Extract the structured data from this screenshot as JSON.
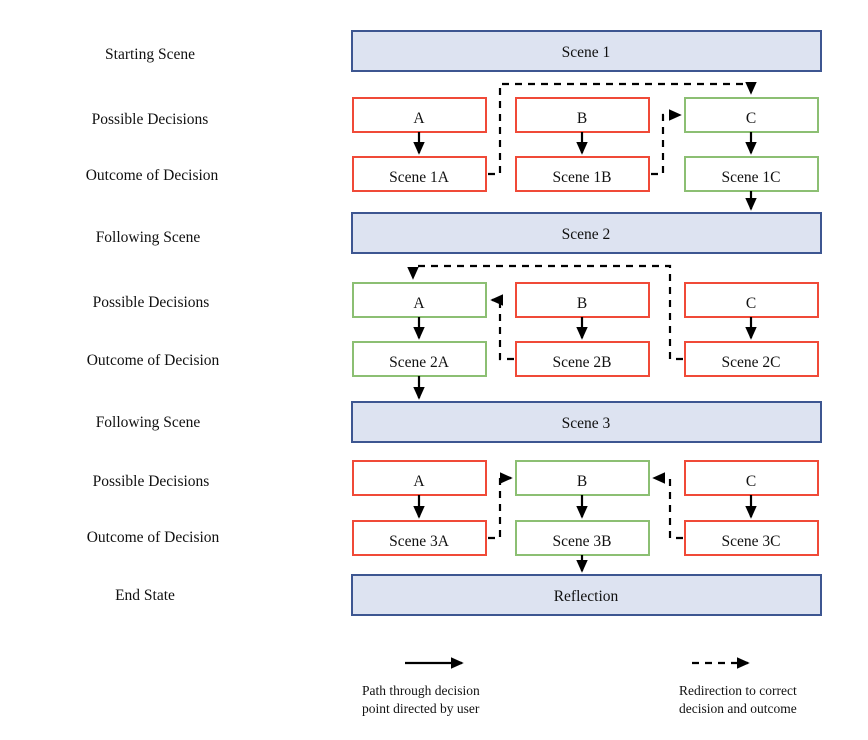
{
  "diagram": {
    "title": "Branching scene decision flowchart",
    "colors": {
      "scene_bar_fill": "#dde3f1",
      "scene_bar_border": "#3d5691",
      "incorrect_border": "#f04a38",
      "correct_border": "#8cbf73",
      "line": "#000000"
    },
    "row_labels": [
      {
        "id": "starting-scene",
        "text": "Starting Scene"
      },
      {
        "id": "possible-decisions-1",
        "text": "Possible Decisions"
      },
      {
        "id": "outcome-of-decision-1",
        "text": "Outcome of Decision"
      },
      {
        "id": "following-scene-1",
        "text": "Following Scene"
      },
      {
        "id": "possible-decisions-2",
        "text": "Possible Decisions"
      },
      {
        "id": "outcome-of-decision-2",
        "text": "Outcome of Decision"
      },
      {
        "id": "following-scene-2",
        "text": "Following Scene"
      },
      {
        "id": "possible-decisions-3",
        "text": "Possible Decisions"
      },
      {
        "id": "outcome-of-decision-3",
        "text": "Outcome of Decision"
      },
      {
        "id": "end-state",
        "text": "End State"
      }
    ],
    "scene_bars": [
      {
        "id": "scene-1",
        "text": "Scene 1"
      },
      {
        "id": "scene-2",
        "text": "Scene 2"
      },
      {
        "id": "scene-3",
        "text": "Scene 3"
      },
      {
        "id": "reflection",
        "text": "Reflection"
      }
    ],
    "stage_1": {
      "decisions": [
        {
          "id": "stage-1-decision-a",
          "text": "A",
          "state": "incorrect"
        },
        {
          "id": "stage-1-decision-b",
          "text": "B",
          "state": "incorrect"
        },
        {
          "id": "stage-1-decision-c",
          "text": "C",
          "state": "correct"
        }
      ],
      "outcomes": [
        {
          "id": "stage-1-outcome-a",
          "text": "Scene 1A",
          "state": "incorrect"
        },
        {
          "id": "stage-1-outcome-b",
          "text": "Scene 1B",
          "state": "incorrect"
        },
        {
          "id": "stage-1-outcome-c",
          "text": "Scene 1C",
          "state": "correct"
        }
      ]
    },
    "stage_2": {
      "decisions": [
        {
          "id": "stage-2-decision-a",
          "text": "A",
          "state": "correct"
        },
        {
          "id": "stage-2-decision-b",
          "text": "B",
          "state": "incorrect"
        },
        {
          "id": "stage-2-decision-c",
          "text": "C",
          "state": "incorrect"
        }
      ],
      "outcomes": [
        {
          "id": "stage-2-outcome-a",
          "text": "Scene 2A",
          "state": "correct"
        },
        {
          "id": "stage-2-outcome-b",
          "text": "Scene 2B",
          "state": "incorrect"
        },
        {
          "id": "stage-2-outcome-c",
          "text": "Scene 2C",
          "state": "incorrect"
        }
      ]
    },
    "stage_3": {
      "decisions": [
        {
          "id": "stage-3-decision-a",
          "text": "A",
          "state": "incorrect"
        },
        {
          "id": "stage-3-decision-b",
          "text": "B",
          "state": "correct"
        },
        {
          "id": "stage-3-decision-c",
          "text": "C",
          "state": "incorrect"
        }
      ],
      "outcomes": [
        {
          "id": "stage-3-outcome-a",
          "text": "Scene 3A",
          "state": "incorrect"
        },
        {
          "id": "stage-3-outcome-b",
          "text": "Scene 3B",
          "state": "correct"
        },
        {
          "id": "stage-3-outcome-c",
          "text": "Scene 3C",
          "state": "incorrect"
        }
      ]
    },
    "legend": {
      "solid": {
        "line_1": "Path through decision",
        "line_2": "point directed by user"
      },
      "dashed": {
        "line_1": "Redirection to correct",
        "line_2": "decision and outcome"
      }
    }
  }
}
